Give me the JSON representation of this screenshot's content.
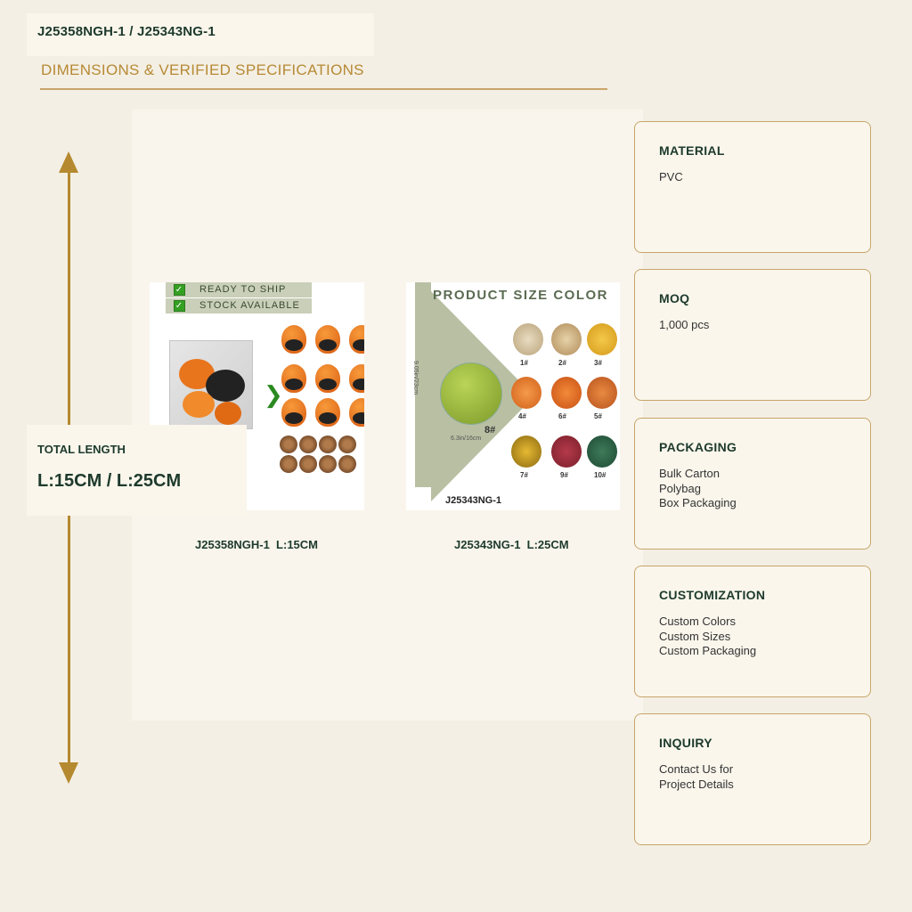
{
  "header": {
    "title": "J25358NGH-1 / J25343NG-1",
    "subtitle": "DIMENSIONS & VERIFIED SPECIFICATIONS"
  },
  "total": {
    "label": "TOTAL LENGTH",
    "value": "L:15CM / L:25CM"
  },
  "products": [
    {
      "caption": "J25358NGH-1  L:15CM",
      "badges": [
        "READY TO SHIP",
        "STOCK AVAILABLE"
      ]
    },
    {
      "caption": "J25343NG-1  L:25CM",
      "heading": "PRODUCT SIZE COLOR",
      "main_label": "8#",
      "height_note": "9.05in/23cm",
      "width_note": "6.3in/16cm",
      "code": "J25343NG-1",
      "variants": [
        "1#",
        "2#",
        "3#",
        "4#",
        "6#",
        "5#",
        "7#",
        "9#",
        "10#"
      ]
    }
  ],
  "specs": [
    {
      "title": "MATERIAL",
      "lines": [
        "PVC"
      ]
    },
    {
      "title": "MOQ",
      "lines": [
        "1,000 pcs"
      ]
    },
    {
      "title": "PACKAGING",
      "lines": [
        "Bulk Carton",
        "Polybag",
        "Box Packaging"
      ]
    },
    {
      "title": "CUSTOMIZATION",
      "lines": [
        "Custom Colors",
        "Custom Sizes",
        "Custom Packaging"
      ]
    },
    {
      "title": "INQUIRY",
      "lines": [
        "Contact Us for",
        "Project Details"
      ]
    }
  ],
  "colors": {
    "accent": "#b5892f",
    "heading": "#1d3a2c",
    "background": "#f4efe4",
    "panel": "#faf6ec"
  }
}
